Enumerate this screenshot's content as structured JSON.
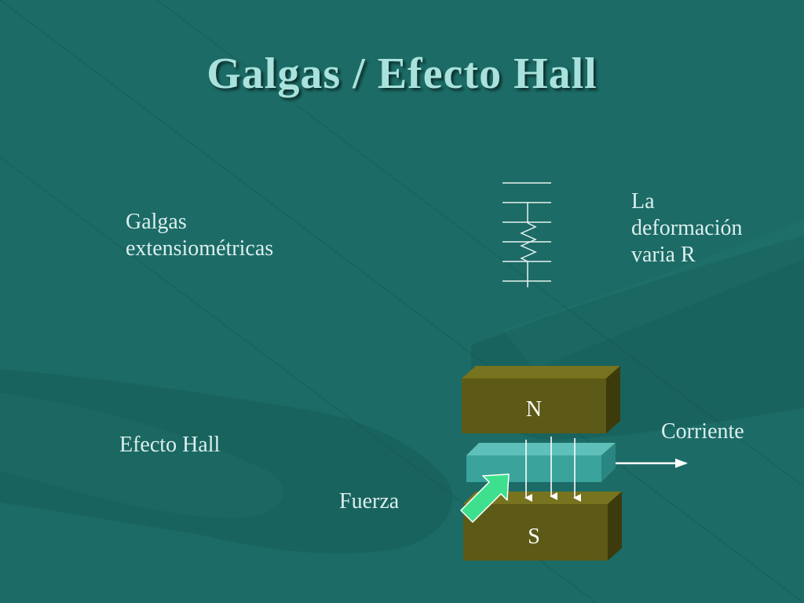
{
  "slide": {
    "title": "Galgas / Efecto Hall",
    "strain_gauge": {
      "label_line1": "Galgas",
      "label_line2": "extensiométricas",
      "note_line1": "La",
      "note_line2": "deformación",
      "note_line3": "varia R"
    },
    "hall_effect": {
      "label": "Efecto Hall",
      "north_pole": "N",
      "south_pole": "S",
      "current_label": "Corriente",
      "force_label": "Fuerza"
    }
  },
  "colors": {
    "background": "#1c6b66",
    "title": "#a9e2dc",
    "magnet": "#5c5a16",
    "hall_plate": "#3aa39c",
    "force_arrow": "#3ee08e"
  }
}
